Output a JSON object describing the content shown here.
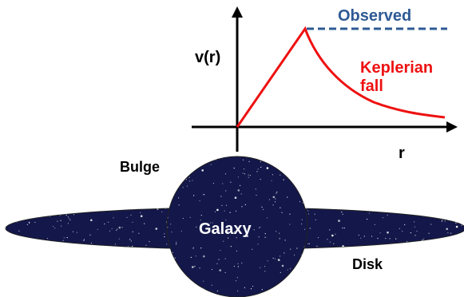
{
  "labels": {
    "y_axis": "v(r)",
    "x_axis": "r",
    "observed": "Observed",
    "keplerian_line1": "Keplerian",
    "keplerian_line2": "fall",
    "bulge": "Bulge",
    "galaxy": "Galaxy",
    "disk": "Disk"
  },
  "colors": {
    "observed": "#2e5a94",
    "keplerian": "#ee1111",
    "axes": "#000000",
    "galaxy_fill": "#13174a",
    "stars": "#ffffff",
    "text": "#000000",
    "galaxy_text": "#ffffff"
  },
  "chart_data": {
    "type": "line",
    "title": "",
    "xlabel": "r",
    "ylabel": "v(r)",
    "series": [
      {
        "name": "Observed",
        "style": "dashed",
        "color": "#2e5a94"
      },
      {
        "name": "Keplerian fall",
        "style": "solid",
        "color": "#ee1111"
      }
    ],
    "grid": false
  }
}
